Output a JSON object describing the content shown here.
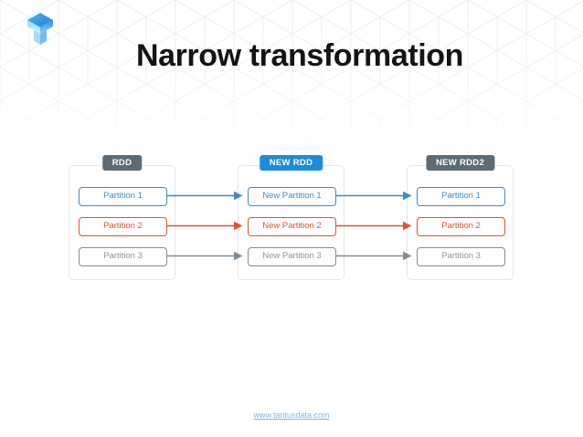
{
  "slide": {
    "title": "Narrow transformation",
    "logo_icon": "tantusdata-cube-logo-icon",
    "background_pattern": "isometric-triangle-grid"
  },
  "footer": {
    "link_text": "www.tantusdata.com",
    "link_color": "#7ab8e8"
  },
  "colors": {
    "blue": "#3c8dcc",
    "red": "#e6512b",
    "gray": "#7f8d96",
    "gray_text": "#8c979e",
    "label_gray_bg": "#5d6b76",
    "label_blue_bg": "#1a8cdd",
    "container_border": "#e3e6e8",
    "title_text": "#141414"
  },
  "diagram": {
    "type": "flow",
    "columns": [
      {
        "label": "RDD",
        "label_style": "gray",
        "partitions": [
          {
            "label": "Partition 1",
            "style": "blue"
          },
          {
            "label": "Partition 2",
            "style": "red"
          },
          {
            "label": "Partition 3",
            "style": "gray"
          }
        ]
      },
      {
        "label": "NEW RDD",
        "label_style": "blue",
        "partitions": [
          {
            "label": "New Partition 1",
            "style": "blue"
          },
          {
            "label": "New Partition 2",
            "style": "red"
          },
          {
            "label": "New Partition 3",
            "style": "gray"
          }
        ]
      },
      {
        "label": "NEW RDD2",
        "label_style": "gray",
        "partitions": [
          {
            "label": "Partition 1",
            "style": "blue"
          },
          {
            "label": "Partition 2",
            "style": "red"
          },
          {
            "label": "Partition 3",
            "style": "gray"
          }
        ]
      }
    ],
    "connections": [
      {
        "from": "col0.p0",
        "to": "col1.p0",
        "style": "blue"
      },
      {
        "from": "col0.p1",
        "to": "col1.p1",
        "style": "red"
      },
      {
        "from": "col0.p2",
        "to": "col1.p2",
        "style": "gray"
      },
      {
        "from": "col1.p0",
        "to": "col2.p0",
        "style": "blue"
      },
      {
        "from": "col1.p1",
        "to": "col2.p1",
        "style": "red"
      },
      {
        "from": "col1.p2",
        "to": "col2.p2",
        "style": "gray"
      }
    ]
  }
}
